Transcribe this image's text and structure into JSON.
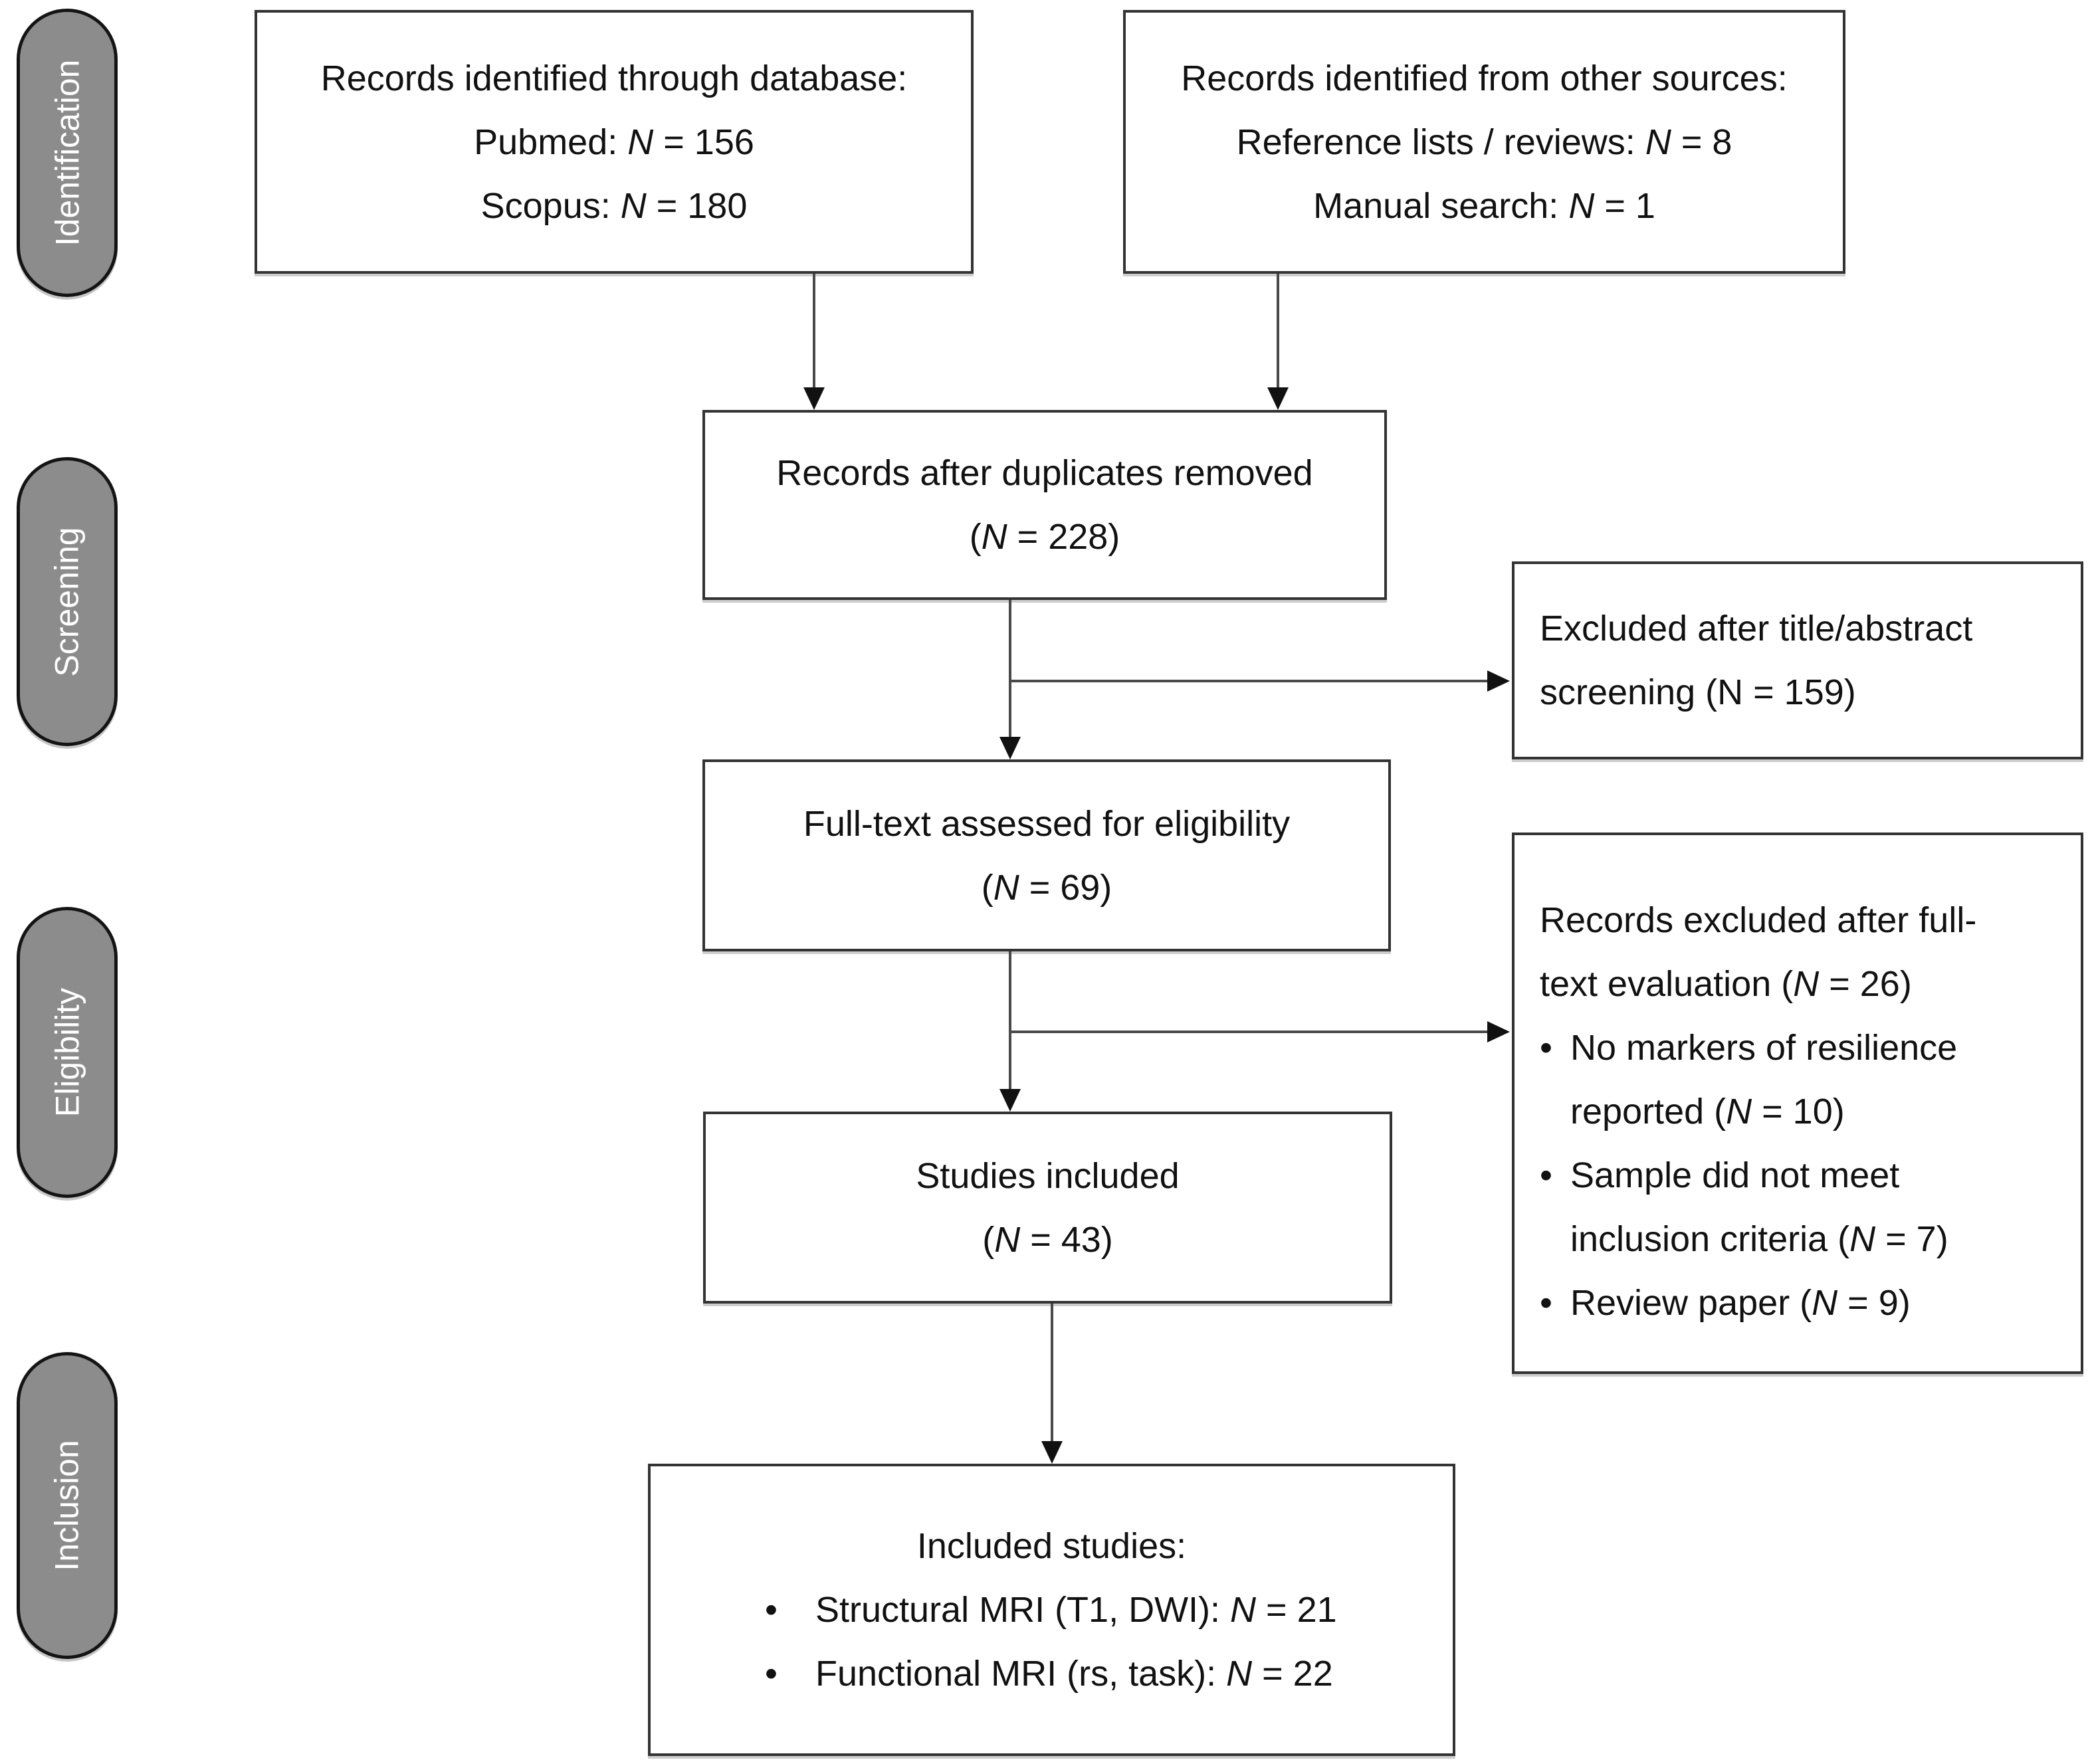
{
  "glyphs": {
    "bullet": "•"
  },
  "colors": {
    "stage_fill": "#8c8c8c",
    "stage_text": "#ffffff",
    "box_border": "#333333",
    "connector": "#4a4a4a",
    "background": "#ffffff",
    "text": "#111111"
  },
  "stages": [
    {
      "label": "Identification"
    },
    {
      "label": "Screening"
    },
    {
      "label": "Eligibility"
    },
    {
      "label": "Inclusion"
    }
  ],
  "boxes": {
    "database": {
      "line1": {
        "pre": "Records identified through database:",
        "n": "",
        "post": ""
      },
      "line2": {
        "pre": "Pubmed: ",
        "n": "N",
        "post": " = 156"
      },
      "line3": {
        "pre": "Scopus: ",
        "n": "N",
        "post": " = 180"
      }
    },
    "other_sources": {
      "line1": {
        "pre": "Records identified from other sources:",
        "n": "",
        "post": ""
      },
      "line2": {
        "pre": "Reference lists / reviews: ",
        "n": "N",
        "post": " = 8"
      },
      "line3": {
        "pre": "Manual search: ",
        "n": "N",
        "post": " = 1"
      }
    },
    "duplicates_removed": {
      "line1": {
        "pre": "Records after duplicates removed",
        "n": "",
        "post": ""
      },
      "line2": {
        "pre": "(",
        "n": "N",
        "post": " = 228)"
      }
    },
    "excluded_screening": {
      "line1": "Excluded after title/abstract",
      "line2": "screening (N = 159)"
    },
    "fulltext_assessed": {
      "line1": {
        "pre": "Full-text assessed for eligibility",
        "n": "",
        "post": ""
      },
      "line2": {
        "pre": "(",
        "n": "N",
        "post": " = 69)"
      }
    },
    "excluded_fulltext": {
      "header1": {
        "pre": "Records excluded after full-",
        "n": "",
        "post": ""
      },
      "header2": {
        "pre": "text evaluation (",
        "n": "N",
        "post": " = 26)"
      },
      "bullets": [
        {
          "line1": {
            "pre": "No markers of resilience",
            "n": "",
            "post": ""
          },
          "line2": {
            "pre": "reported (",
            "n": "N",
            "post": " = 10)"
          }
        },
        {
          "line1": {
            "pre": "Sample did not meet",
            "n": "",
            "post": ""
          },
          "line2": {
            "pre": "inclusion criteria (",
            "n": "N",
            "post": " = 7)"
          }
        },
        {
          "line1": {
            "pre": "Review paper (",
            "n": "N",
            "post": " = 9)"
          },
          "line2": {
            "pre": "",
            "n": "",
            "post": ""
          }
        }
      ]
    },
    "studies_included": {
      "line1": {
        "pre": "Studies included",
        "n": "",
        "post": ""
      },
      "line2": {
        "pre": "(",
        "n": "N",
        "post": " = 43)"
      }
    },
    "final_included": {
      "title": "Included studies:",
      "bullets": [
        {
          "pre": "Structural MRI (T1, DWI): ",
          "n": "N",
          "post": " = 21"
        },
        {
          "pre": "Functional MRI (rs, task): ",
          "n": "N",
          "post": " = 22"
        }
      ]
    }
  }
}
